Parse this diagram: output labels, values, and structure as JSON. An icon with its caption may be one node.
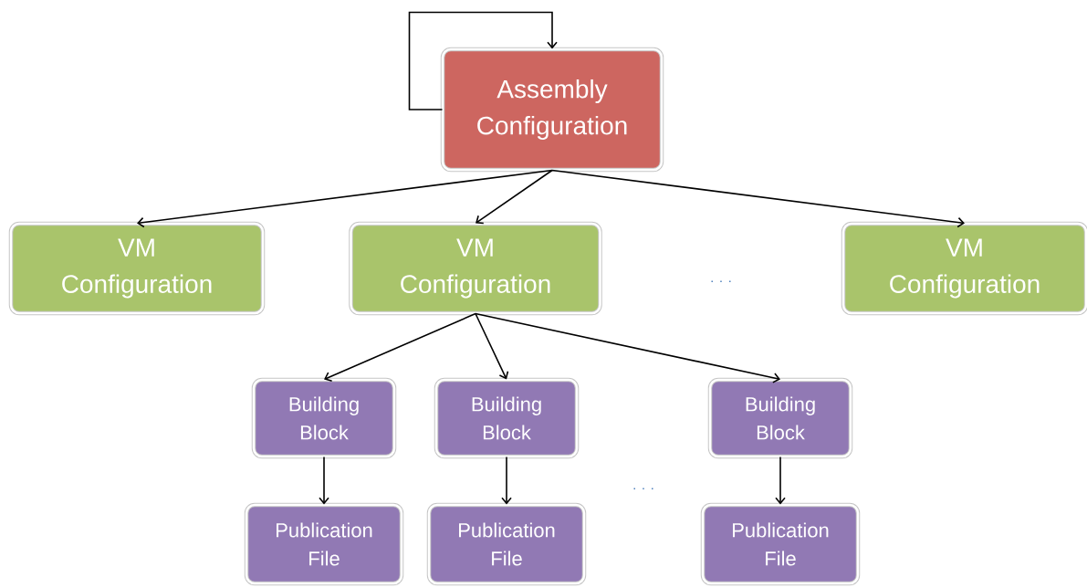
{
  "diagram": {
    "nodes": [
      {
        "text": [
          "Assembly Configuration"
        ]
      },
      {
        "text": [
          "VM Configuration"
        ]
      },
      {
        "text": [
          "VM Configuration"
        ]
      },
      {
        "text": [
          "VM Configuration"
        ]
      },
      {
        "text": [
          "Building Block"
        ]
      },
      {
        "text": [
          "Building Block"
        ]
      },
      {
        "text": [
          "Building Block"
        ]
      },
      {
        "text": [
          "Publication File"
        ]
      },
      {
        "text": [
          "Publication File"
        ]
      },
      {
        "text": [
          "Publication File"
        ]
      }
    ],
    "edges": [
      {
        "from": 0,
        "to": 0,
        "arrow": "to"
      },
      {
        "from": 0,
        "to": 1,
        "arrow": "to"
      },
      {
        "from": 0,
        "to": 2,
        "arrow": "to"
      },
      {
        "from": 0,
        "to": 3,
        "arrow": "to"
      },
      {
        "from": 2,
        "to": 4,
        "arrow": "to"
      },
      {
        "from": 2,
        "to": 5,
        "arrow": "to"
      },
      {
        "from": 2,
        "to": 6,
        "arrow": "to"
      },
      {
        "from": 4,
        "to": 7,
        "arrow": "to"
      },
      {
        "from": 5,
        "to": 8,
        "arrow": "to"
      },
      {
        "from": 6,
        "to": 9,
        "arrow": "to"
      }
    ],
    "labels": [
      "· · ·",
      "· · ·"
    ]
  }
}
